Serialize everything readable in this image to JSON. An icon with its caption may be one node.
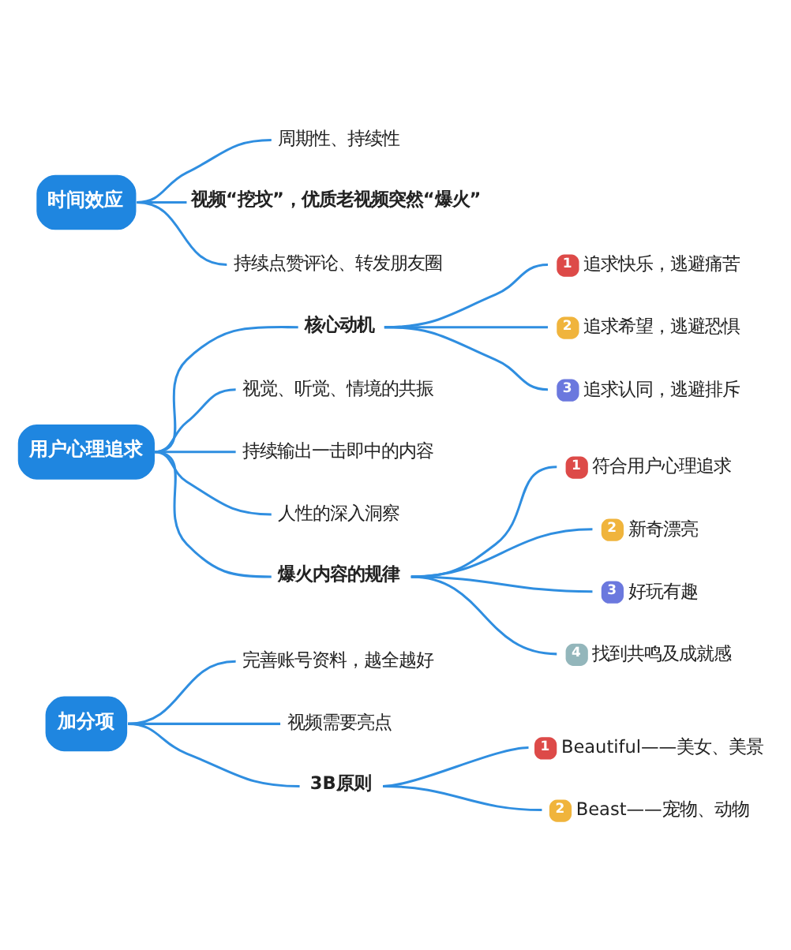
{
  "diagram": {
    "nodes": [
      {
        "text": [
          "时间效应"
        ]
      },
      {
        "text": [
          "周期性、持续性"
        ]
      },
      {
        "text": [
          "视频“挖坟”，优质老视频突然“爆火”"
        ]
      },
      {
        "text": [
          "持续点赞评论、转发朋友圈"
        ]
      },
      {
        "text": [
          "用户心理追求"
        ]
      },
      {
        "text": [
          "核心动机"
        ]
      },
      {
        "text": [
          "1",
          "追求快乐，逃避痛苦"
        ]
      },
      {
        "text": [
          "2",
          "追求希望，逃避恐惧"
        ]
      },
      {
        "text": [
          "3",
          "追求认同，逃避排斥"
        ]
      },
      {
        "text": [
          "视觉、听觉、情境的共振"
        ]
      },
      {
        "text": [
          "持续输出一击即中的内容"
        ]
      },
      {
        "text": [
          "人性的深入洞察"
        ]
      },
      {
        "text": [
          "爆火内容的规律"
        ]
      },
      {
        "text": [
          "1",
          "符合用户心理追求"
        ]
      },
      {
        "text": [
          "2",
          "新奇漂亮"
        ]
      },
      {
        "text": [
          "3",
          "好玩有趣"
        ]
      },
      {
        "text": [
          "4",
          "找到共鸣及成就感"
        ]
      },
      {
        "text": [
          "加分项"
        ]
      },
      {
        "text": [
          "完善账号资料，越全越好"
        ]
      },
      {
        "text": [
          "视频需要亮点"
        ]
      },
      {
        "text": [
          "3B原则"
        ]
      },
      {
        "text": [
          "1",
          "Beautiful——美女、美景"
        ]
      },
      {
        "text": [
          "2",
          "Beast——宠物、动物"
        ]
      }
    ],
    "edges": [
      {
        "from": 0,
        "to": 1,
        "arrow": "none"
      },
      {
        "from": 0,
        "to": 2,
        "arrow": "none"
      },
      {
        "from": 0,
        "to": 3,
        "arrow": "none"
      },
      {
        "from": 4,
        "to": 5,
        "arrow": "none"
      },
      {
        "from": 5,
        "to": 6,
        "arrow": "none"
      },
      {
        "from": 5,
        "to": 7,
        "arrow": "none"
      },
      {
        "from": 5,
        "to": 8,
        "arrow": "none"
      },
      {
        "from": 4,
        "to": 9,
        "arrow": "none"
      },
      {
        "from": 4,
        "to": 10,
        "arrow": "none"
      },
      {
        "from": 4,
        "to": 11,
        "arrow": "none"
      },
      {
        "from": 4,
        "to": 12,
        "arrow": "none"
      },
      {
        "from": 12,
        "to": 13,
        "arrow": "none"
      },
      {
        "from": 12,
        "to": 14,
        "arrow": "none"
      },
      {
        "from": 12,
        "to": 15,
        "arrow": "none"
      },
      {
        "from": 12,
        "to": 16,
        "arrow": "none"
      },
      {
        "from": 17,
        "to": 18,
        "arrow": "none"
      },
      {
        "from": 17,
        "to": 19,
        "arrow": "none"
      },
      {
        "from": 17,
        "to": 20,
        "arrow": "none"
      },
      {
        "from": 20,
        "to": 21,
        "arrow": "none"
      },
      {
        "from": 20,
        "to": 22,
        "arrow": "none"
      }
    ]
  }
}
